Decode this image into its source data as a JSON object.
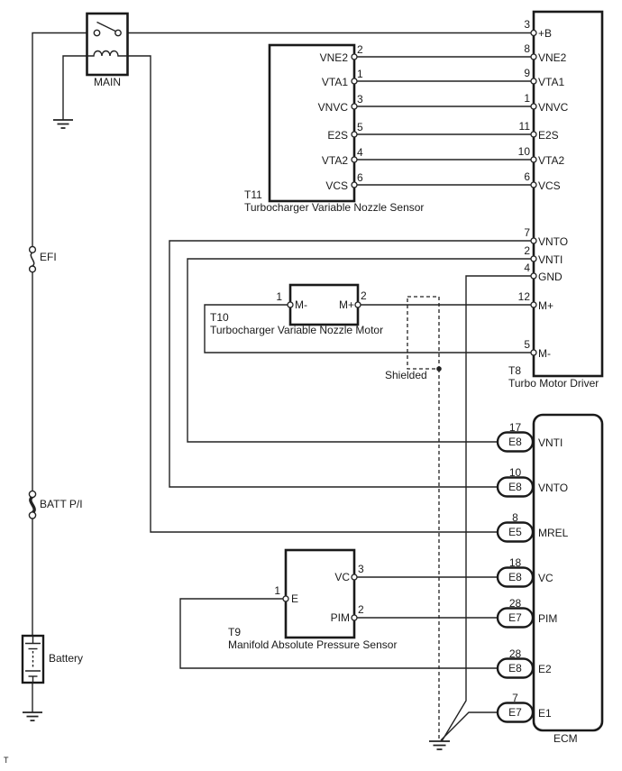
{
  "page": {
    "footer": "T"
  },
  "power": {
    "relay": "MAIN",
    "fuse1": "EFI",
    "fuse2": "BATT P/I",
    "battery": "Battery",
    "shield": "Shielded"
  },
  "t11": {
    "id": "T11",
    "name": "Turbocharger Variable Nozzle Sensor",
    "pins": [
      {
        "n": "2",
        "l": "VNE2"
      },
      {
        "n": "1",
        "l": "VTA1"
      },
      {
        "n": "3",
        "l": "VNVC"
      },
      {
        "n": "5",
        "l": "E2S"
      },
      {
        "n": "4",
        "l": "VTA2"
      },
      {
        "n": "6",
        "l": "VCS"
      }
    ]
  },
  "t10": {
    "id": "T10",
    "name": "Turbocharger Variable Nozzle Motor",
    "pins": [
      {
        "n": "1",
        "l": "M-"
      },
      {
        "n": "2",
        "l": "M+"
      }
    ]
  },
  "t9": {
    "id": "T9",
    "name": "Manifold Absolute Pressure Sensor",
    "pins": [
      {
        "n": "3",
        "l": "VC"
      },
      {
        "n": "1",
        "l": "E"
      },
      {
        "n": "2",
        "l": "PIM"
      }
    ]
  },
  "t8": {
    "id": "T8",
    "name": "Turbo Motor Driver",
    "pins": [
      {
        "n": "3",
        "l": "+B"
      },
      {
        "n": "8",
        "l": "VNE2"
      },
      {
        "n": "9",
        "l": "VTA1"
      },
      {
        "n": "1",
        "l": "VNVC"
      },
      {
        "n": "11",
        "l": "E2S"
      },
      {
        "n": "10",
        "l": "VTA2"
      },
      {
        "n": "6",
        "l": "VCS"
      },
      {
        "n": "7",
        "l": "VNTO"
      },
      {
        "n": "2",
        "l": "VNTI"
      },
      {
        "n": "4",
        "l": "GND"
      },
      {
        "n": "12",
        "l": "M+"
      },
      {
        "n": "5",
        "l": "M-"
      }
    ]
  },
  "ecm": {
    "id": "ECM",
    "pins": [
      {
        "n": "17",
        "c": "E8",
        "l": "VNTI"
      },
      {
        "n": "10",
        "c": "E8",
        "l": "VNTO"
      },
      {
        "n": "8",
        "c": "E5",
        "l": "MREL"
      },
      {
        "n": "18",
        "c": "E8",
        "l": "VC"
      },
      {
        "n": "28",
        "c": "E7",
        "l": "PIM"
      },
      {
        "n": "28",
        "c": "E8",
        "l": "E2"
      },
      {
        "n": "7",
        "c": "E7",
        "l": "E1"
      }
    ]
  }
}
